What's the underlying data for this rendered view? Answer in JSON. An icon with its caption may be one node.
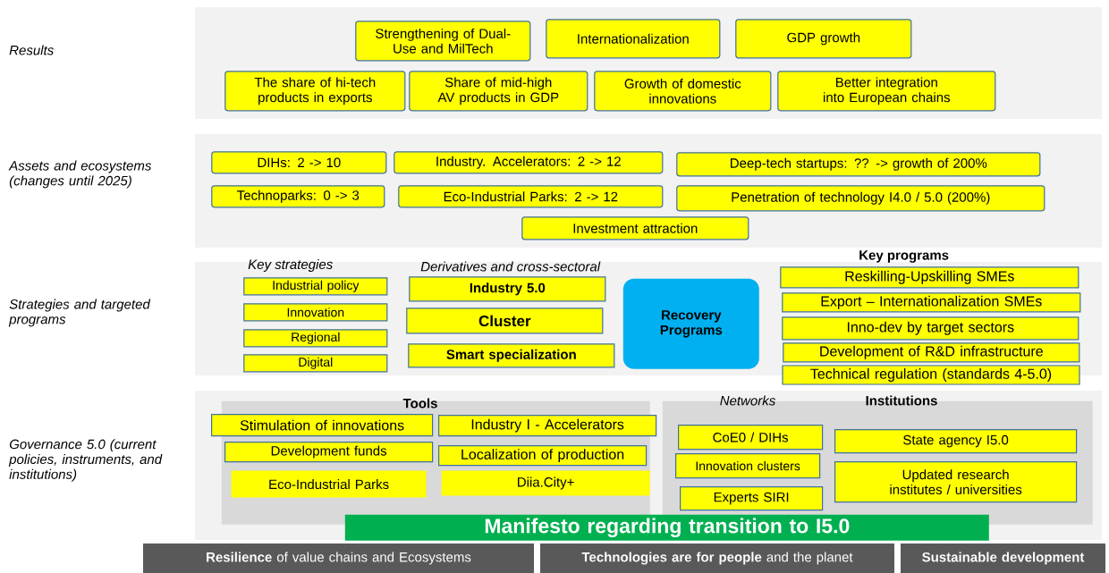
{
  "diagram": {
    "nodes": [
      {
        "text": [],
        "shape": "box"
      },
      {
        "text": [
          "Strengthening of Dual-Use and MilTech"
        ],
        "in": 0
      },
      {
        "text": [
          "Internationalization"
        ],
        "in": 0
      },
      {
        "text": [
          "GDP growth"
        ],
        "in": 0
      },
      {
        "text": [
          "The share of hi-tech products in exports"
        ],
        "in": 0
      },
      {
        "text": [
          "Share of mid-high AV  products in GDP"
        ],
        "in": 0
      },
      {
        "text": [
          "Growth of domestic innovations"
        ],
        "in": 0
      },
      {
        "text": [
          "Better integration into European chains"
        ],
        "in": 0
      },
      {
        "text": [],
        "shape": "box"
      },
      {
        "text": [
          "DIHs: 2  -> 10"
        ],
        "in": 8
      },
      {
        "text": [
          "Industry. Accelerators: 2 -> 12"
        ],
        "in": 8
      },
      {
        "text": [
          "Deep-tech startups: ??  -> growth of 200%"
        ],
        "in": 8
      },
      {
        "text": [
          "Technoparks: 0  -> 3"
        ],
        "in": 8
      },
      {
        "text": [
          "Eco-Industrial Parks: 2  -> 12"
        ],
        "in": 8
      },
      {
        "text": [
          "Penetration of technology I4.0 / 5.0 (200%)"
        ],
        "in": 8
      },
      {
        "text": [
          "Investment attraction"
        ],
        "in": 8
      },
      {
        "text": [],
        "shape": "box"
      },
      {
        "text": [
          "Industrial policy"
        ],
        "in": 16
      },
      {
        "text": [
          "Innovation"
        ],
        "in": 16
      },
      {
        "text": [
          "Regional"
        ],
        "in": 16
      },
      {
        "text": [
          "Digital"
        ],
        "in": 16
      },
      {
        "text": [
          "Industry 5.0"
        ],
        "in": 16
      },
      {
        "text": [
          "Cluster"
        ],
        "in": 16
      },
      {
        "text": [
          "Smart specialization"
        ],
        "in": 16
      },
      {
        "text": [
          "Recovery Programs"
        ],
        "in": 16
      },
      {
        "text": [
          "Reskilling-Upskilling SMEs"
        ],
        "in": 16
      },
      {
        "text": [
          "Export – Internationalization SMEs"
        ],
        "in": 16
      },
      {
        "text": [
          "Inno-dev by target sectors"
        ],
        "in": 16
      },
      {
        "text": [
          "Development of R&D infrastructure"
        ],
        "in": 16
      },
      {
        "text": [
          "Technical regulation (standards 4-5.0)"
        ]
      },
      {
        "text": [],
        "shape": "box"
      },
      {
        "text": [
          "Tools"
        ],
        "in": 30
      },
      {
        "text": [
          "Stimulation of innovations"
        ],
        "in": 31
      },
      {
        "text": [
          "Industry I - Accelerators"
        ],
        "in": 31
      },
      {
        "text": [
          "Development funds"
        ],
        "in": 31
      },
      {
        "text": [
          "Localization of production"
        ],
        "in": 31
      },
      {
        "text": [
          "Eco-Industrial Parks"
        ],
        "in": 31
      },
      {
        "text": [
          "Diia.City+"
        ],
        "in": 31
      },
      {
        "text": [
          "Networks",
          "Institutions"
        ],
        "in": 30
      },
      {
        "text": [
          "CoE0 / DIHs"
        ],
        "in": 38
      },
      {
        "text": [
          "Innovation clusters"
        ],
        "in": 38
      },
      {
        "text": [
          "Experts SIRI"
        ],
        "in": 38
      },
      {
        "text": [
          "State agency I5.0"
        ],
        "in": 38
      },
      {
        "text": [
          "Updated research institutes / universities"
        ],
        "in": 38
      },
      {
        "text": [
          "Manifesto regarding transition to I5.0"
        ],
        "in": 30
      },
      {
        "text": [
          "**Resilience** of value chains and Ecosystems"
        ]
      },
      {
        "text": [
          "**Technologies are for people** and the planet"
        ]
      },
      {
        "text": [
          "Sustainable development"
        ]
      }
    ],
    "labels": [
      "Results",
      "Assets and ecosystems (changes until 2025)",
      "Key programs",
      "Key strategies",
      "Derivatives and cross-sectoral",
      "Strategies and targeted programs",
      "Governance 5.0 (current policies, instruments, and institutions)"
    ]
  }
}
